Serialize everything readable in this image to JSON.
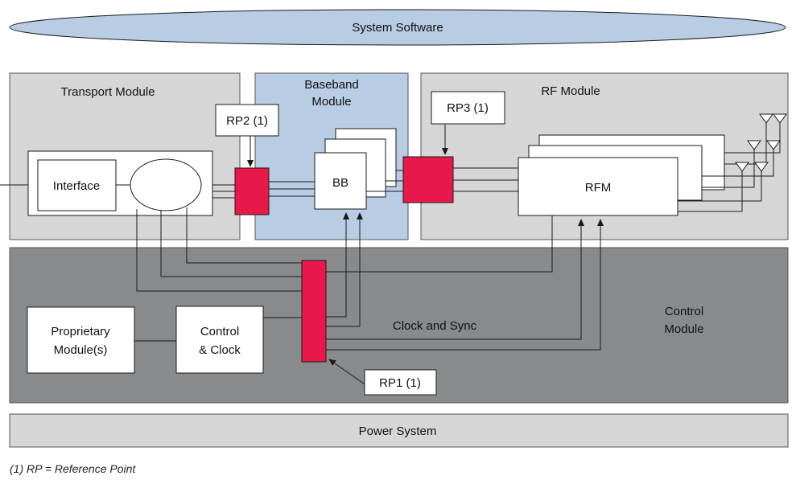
{
  "colors": {
    "ellipse_fill": "#b8cce4",
    "module_gray": "#d6d6d6",
    "baseband_blue": "#b8cce4",
    "control_dark": "#888a8c",
    "reference_point_red": "#e8194a",
    "line": "#1a1a1a"
  },
  "labels": {
    "system_software": "System Software",
    "transport_module": "Transport Module",
    "baseband_line1": "Baseband",
    "baseband_line2": "Module",
    "rf_module": "RF Module",
    "interface": "Interface",
    "bb": "BB",
    "rfm": "RFM",
    "rp1": "RP1 (1)",
    "rp2": "RP2 (1)",
    "rp3": "RP3 (1)",
    "proprietary_line1": "Proprietary",
    "proprietary_line2": "Module(s)",
    "control_clock_line1": "Control",
    "control_clock_line2": "& Clock",
    "clock_sync": "Clock and Sync",
    "control_module_line1": "Control",
    "control_module_line2": "Module",
    "power_system": "Power System",
    "footnote": "(1) RP = Reference Point"
  },
  "icons": {
    "antenna": "triangle-antenna-icon"
  }
}
